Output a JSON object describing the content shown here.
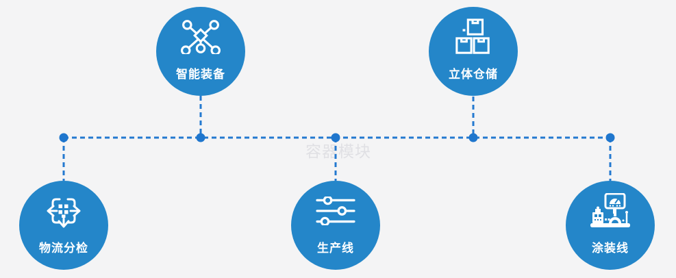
{
  "diagram": {
    "watermark": "容器模块",
    "nodes": [
      {
        "id": "smart-equipment",
        "label": "智能装备",
        "icon": "network-nodes-icon",
        "row": "top"
      },
      {
        "id": "stereo-warehouse",
        "label": "立体仓储",
        "icon": "stacked-boxes-icon",
        "row": "top"
      },
      {
        "id": "logistics-sorting",
        "label": "物流分检",
        "icon": "distribute-arrows-icon",
        "row": "bottom"
      },
      {
        "id": "production-line",
        "label": "生产线",
        "icon": "sliders-icon",
        "row": "bottom"
      },
      {
        "id": "coating-line",
        "label": "涂装线",
        "icon": "control-console-icon",
        "row": "bottom"
      }
    ],
    "colors": {
      "background": "#f4f4f5",
      "node_fill": "#2486c9",
      "connector": "#2379d0",
      "junction_dot": "#1f76cd",
      "label_text": "#ffffff",
      "watermark_text": "#e0e0e4"
    }
  }
}
